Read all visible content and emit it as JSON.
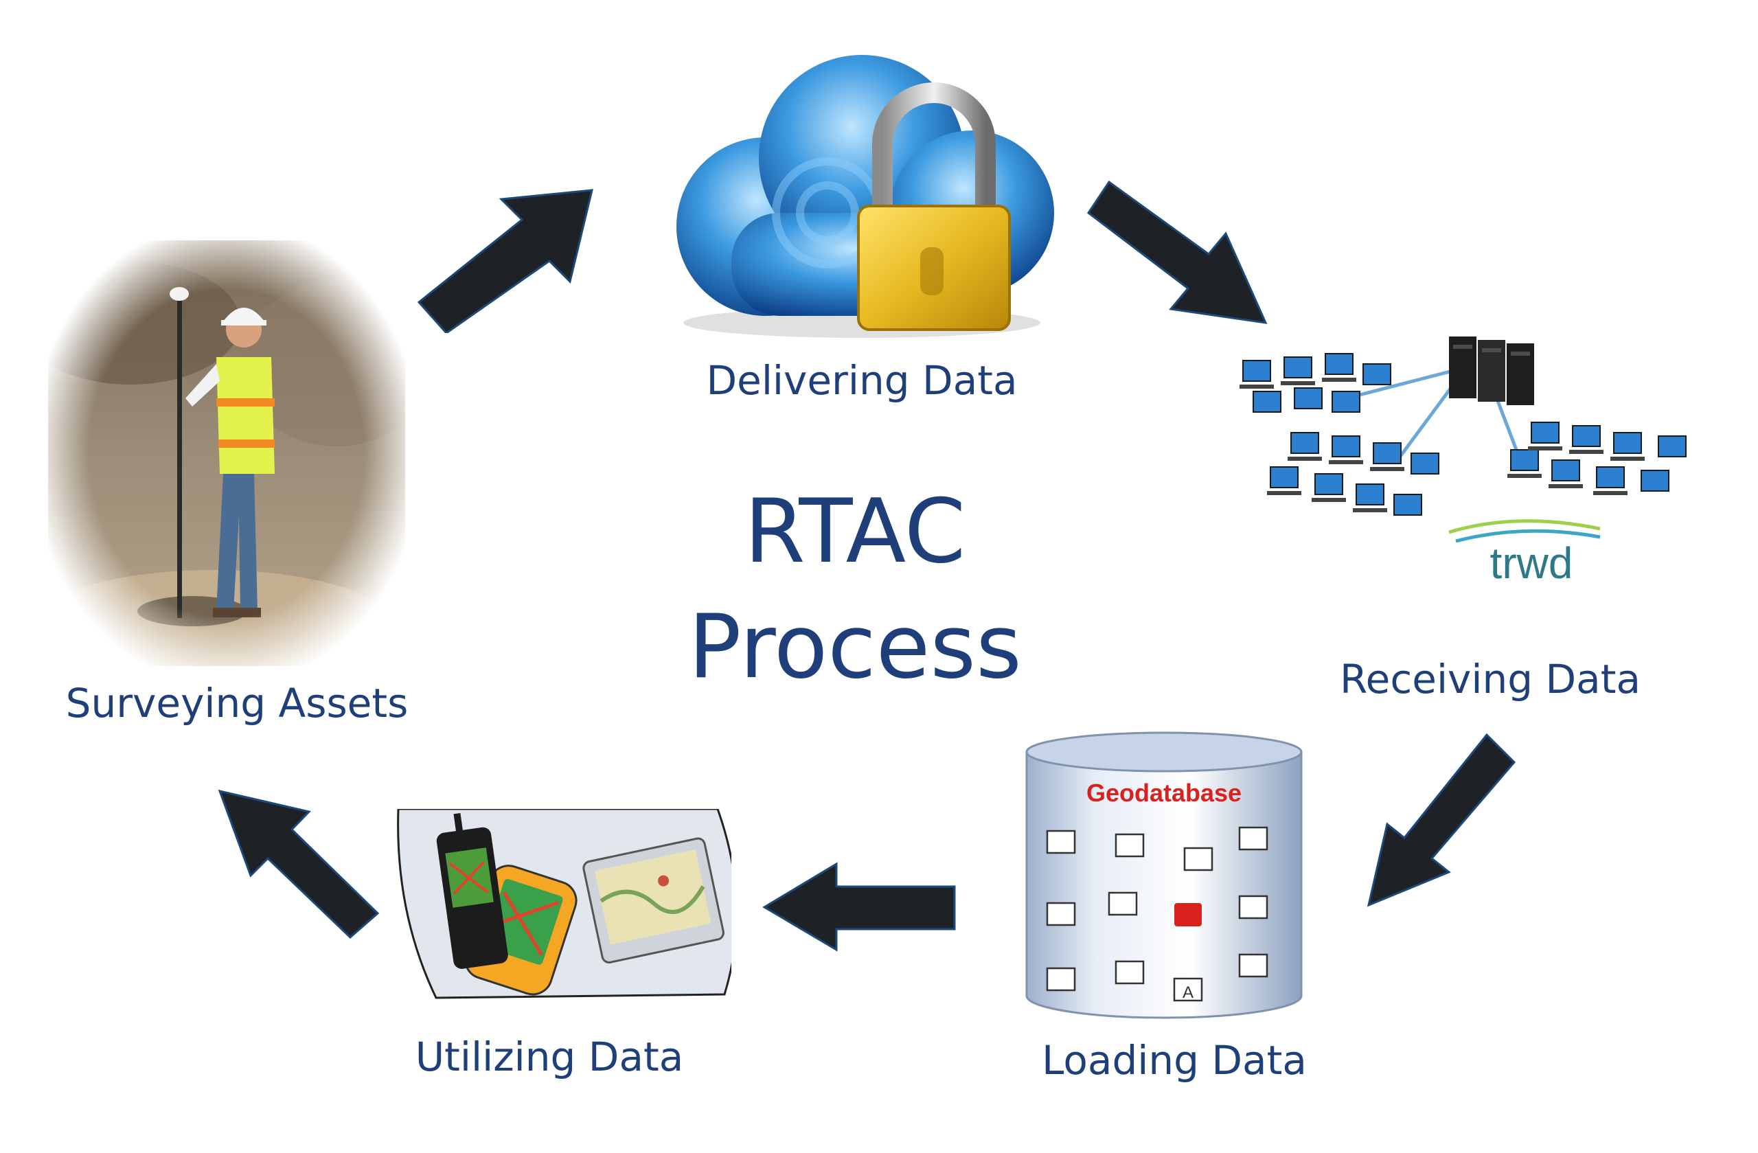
{
  "diagram": {
    "title_line1": "RTAC",
    "title_line2": "Process",
    "steps": [
      {
        "label": "Surveying Assets",
        "image": "surveyor-photo"
      },
      {
        "label": "Delivering Data",
        "image": "cloud-lock-icon"
      },
      {
        "label": "Receiving Data",
        "image": "computer-network-icon"
      },
      {
        "label": "Loading Data",
        "image": "geodatabase-icon"
      },
      {
        "label": "Utilizing Data",
        "image": "mobile-devices-icon"
      }
    ],
    "logo_text": "trwd",
    "geodatabase_label": "Geodatabase",
    "colors": {
      "text": "#1f3f7a",
      "arrow": "#1e2227",
      "arrow_outline": "#1b4a7a",
      "accent_red": "#d9211d"
    }
  }
}
